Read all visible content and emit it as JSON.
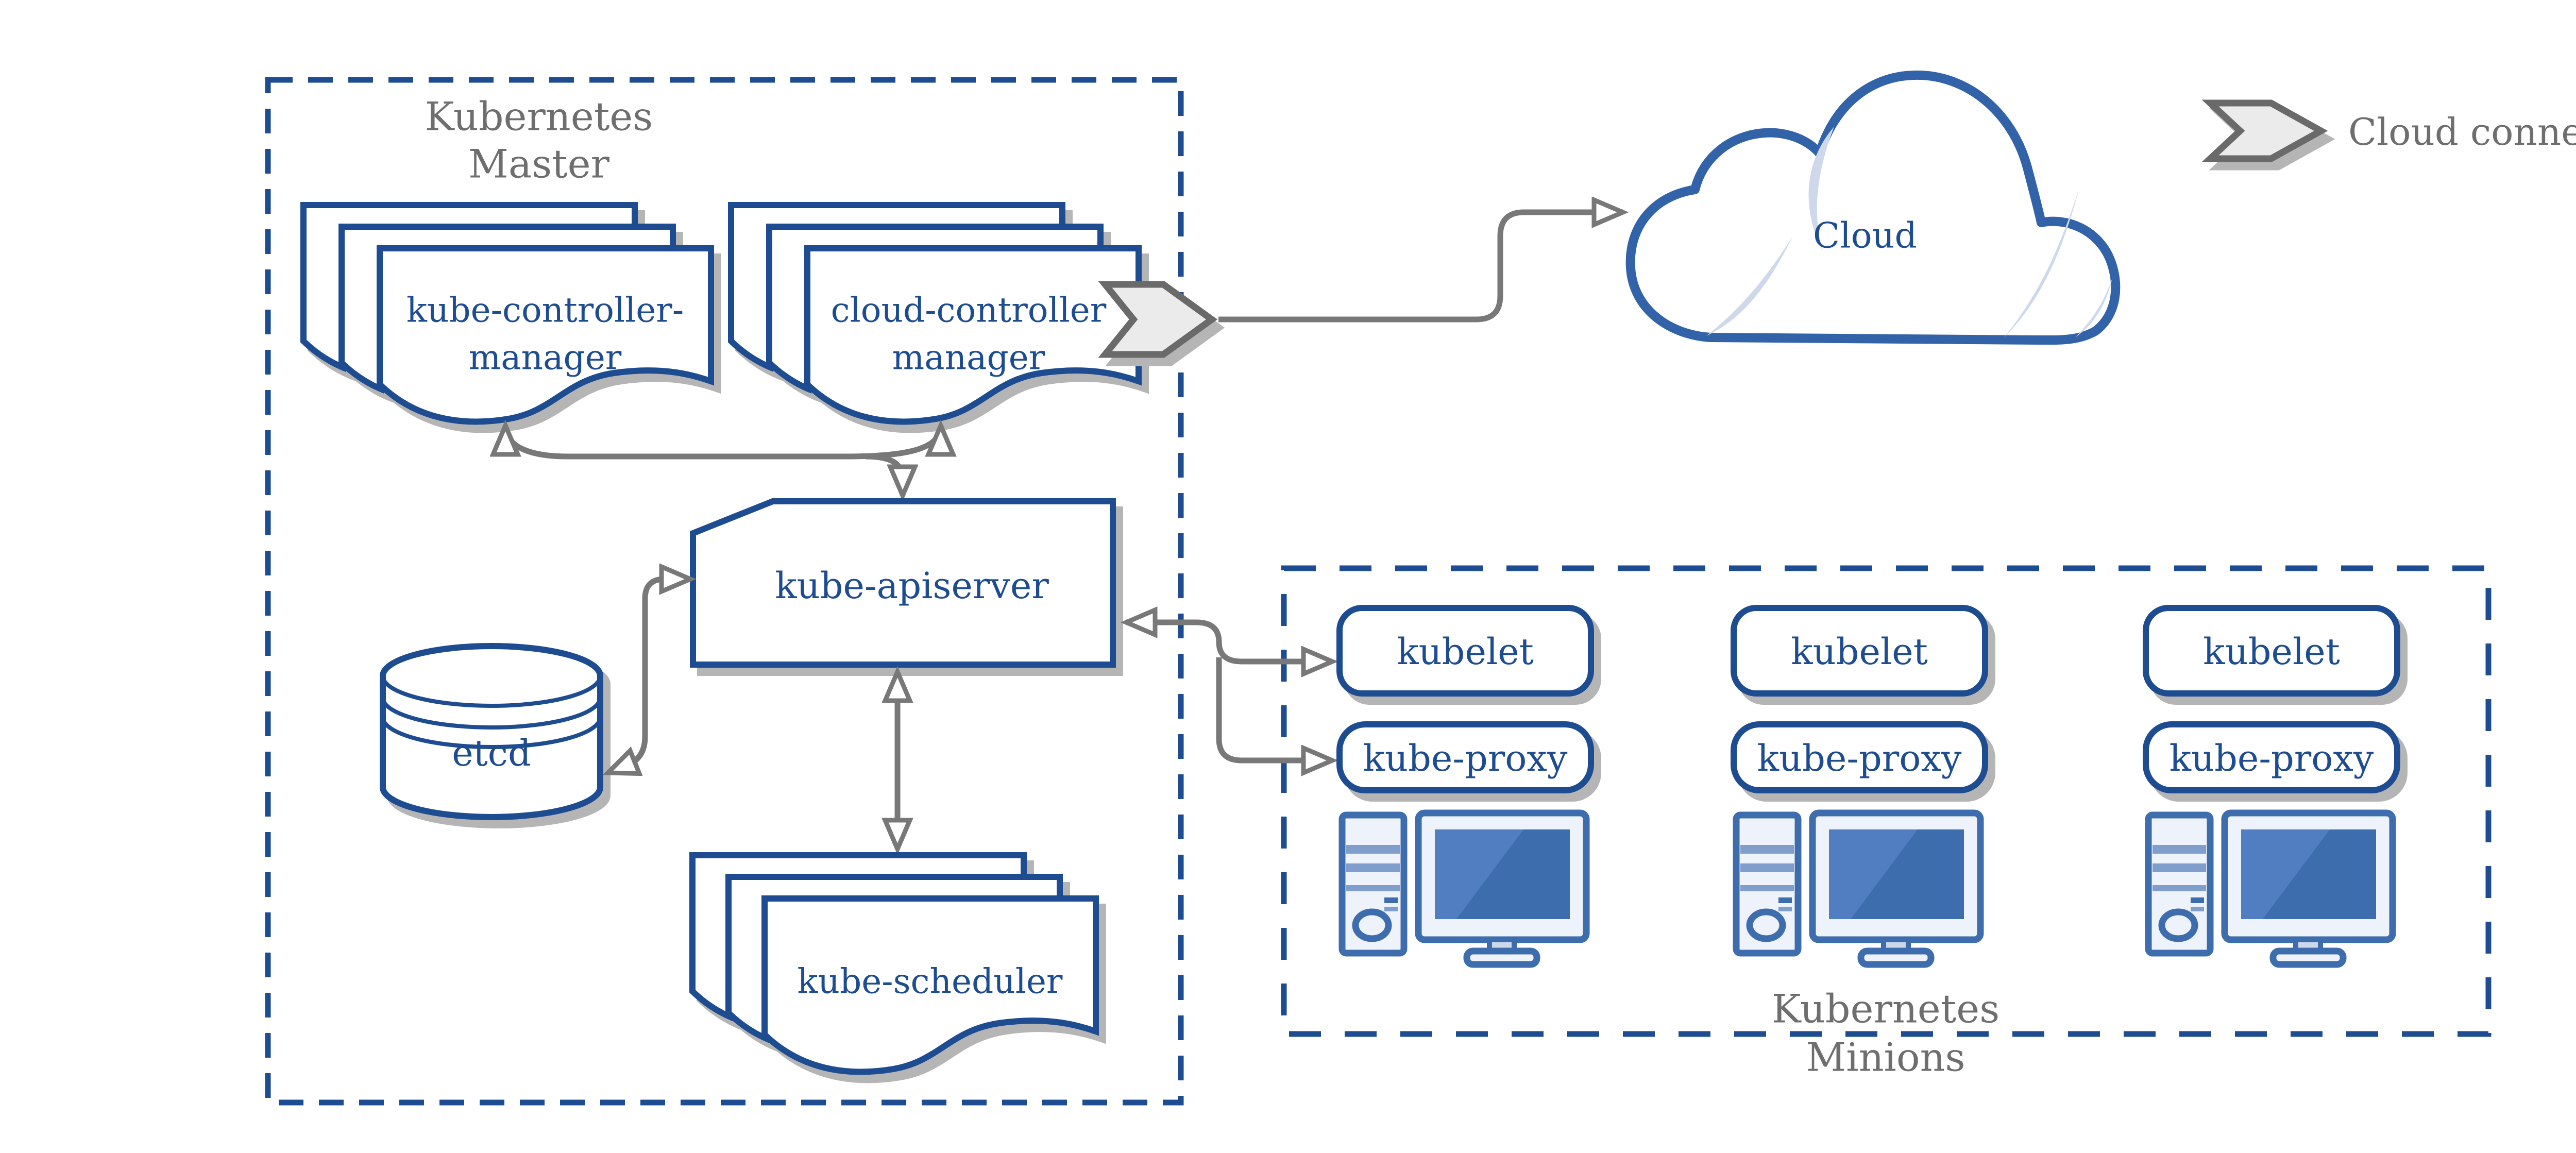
{
  "colors": {
    "primary_blue": "#1e4c90",
    "cloud_blue": "#3263a8",
    "computer_blue": "#3e6dae",
    "computer_fill": "#eef2fa",
    "computer_stripe": "#7f9ecb",
    "screen_blue": "#3e6dae",
    "screen_highlight": "#517ec0",
    "crescent_blue": "#cdd9eb",
    "gray_arrow": "#787878",
    "gray_text": "#6e6e6e",
    "chevron_fill": "#ebebeb",
    "chevron_stroke": "#6a6a6a",
    "shadow_gray": "#b5b5b5"
  },
  "legend": {
    "label": "Cloud connector"
  },
  "cloud": {
    "label": "Cloud"
  },
  "master": {
    "title": [
      "Kubernetes",
      "Master"
    ],
    "kube_controller_manager": [
      "kube-controller-",
      "manager"
    ],
    "cloud_controller_manager": [
      "cloud-controller",
      "manager"
    ],
    "kube_apiserver": "kube-apiserver",
    "etcd": "etcd",
    "kube_scheduler": "kube-scheduler"
  },
  "minions": {
    "title": [
      "Kubernetes",
      "Minions"
    ],
    "columns": [
      {
        "kubelet": "kubelet",
        "kube_proxy": "kube-proxy"
      },
      {
        "kubelet": "kubelet",
        "kube_proxy": "kube-proxy"
      },
      {
        "kubelet": "kubelet",
        "kube_proxy": "kube-proxy"
      }
    ]
  }
}
